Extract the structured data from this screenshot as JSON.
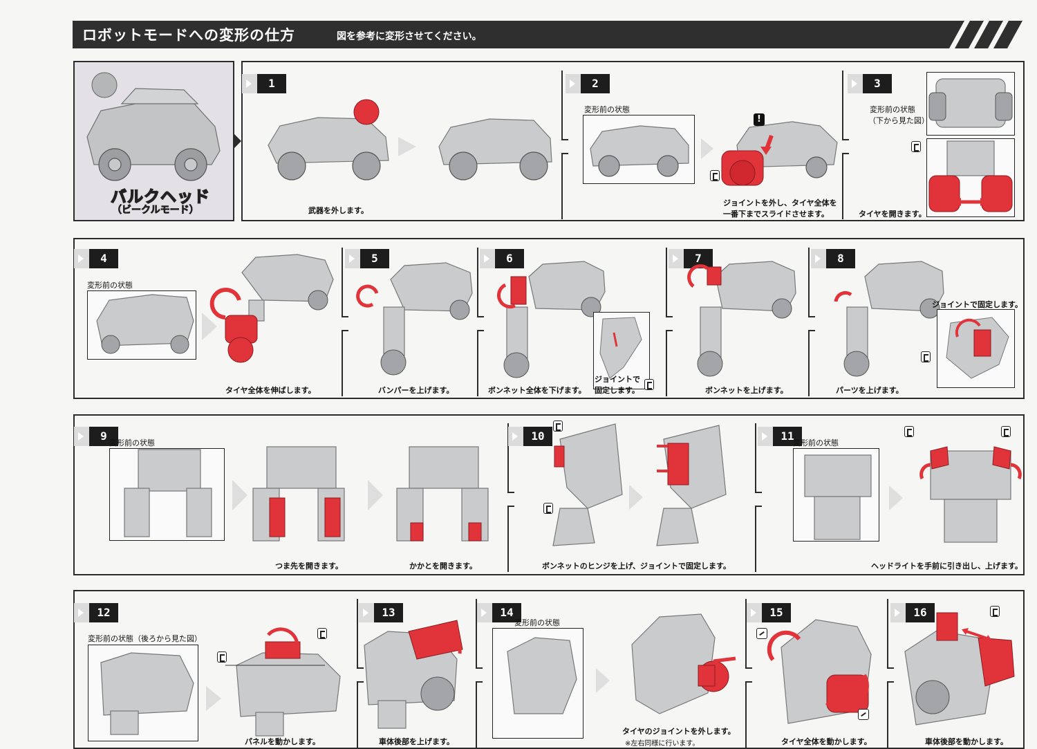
{
  "header": {
    "title": "ロボットモードへの変形の仕方",
    "note": "図を参考に変形させてください。"
  },
  "vehicle": {
    "name": "バルクヘッド",
    "mode": "（ビークルモード）"
  },
  "labels": {
    "before_state": "変形前の状態",
    "before_state_bottom": "（下から見た図）",
    "before_state_rear": "変形前の状態（後ろから見た図）",
    "joint_fix": "ジョイントで",
    "fix_shimasu": "固定します。",
    "joint_fix_full": "ジョイントで固定します。",
    "both_sides_note": "※左右同様に行います。"
  },
  "steps": [
    {
      "num": "1",
      "caption": "武器を外します。"
    },
    {
      "num": "2",
      "caption_line1": "ジョイントを外し、タイヤ全体を",
      "caption_line2": "一番下までスライドさせます。"
    },
    {
      "num": "3",
      "caption": "タイヤを開きます。"
    },
    {
      "num": "4",
      "caption": "タイヤ全体を伸ばします。"
    },
    {
      "num": "5",
      "caption": "バンパーを上げます。"
    },
    {
      "num": "6",
      "caption": "ボンネット全体を下げます。"
    },
    {
      "num": "7",
      "caption": "ボンネットを上げます。"
    },
    {
      "num": "8",
      "caption": "パーツを上げます。"
    },
    {
      "num": "9",
      "caption_a": "つま先を開きます。",
      "caption_b": "かかとを開きます。"
    },
    {
      "num": "10",
      "caption": "ボンネットのヒンジを上げ、ジョイントで固定します。"
    },
    {
      "num": "11",
      "caption": "ヘッドライトを手前に引き出し、上げます。"
    },
    {
      "num": "12",
      "caption": "パネルを動かします。"
    },
    {
      "num": "13",
      "caption": "車体後部を上げます。"
    },
    {
      "num": "14",
      "caption": "タイヤのジョイントを外します。"
    },
    {
      "num": "15",
      "caption": "タイヤ全体を動かします。"
    },
    {
      "num": "16",
      "caption": "車体後部を動かします。"
    }
  ],
  "colors": {
    "accent_red": "#e0343a",
    "part_gray": "#c9cbcd",
    "frame": "#2b2b2b"
  },
  "icons": [
    "joint-c-icon",
    "alert-icon",
    "swap-icon",
    "next-arrow-icon",
    "rotate-arrow-icon"
  ]
}
